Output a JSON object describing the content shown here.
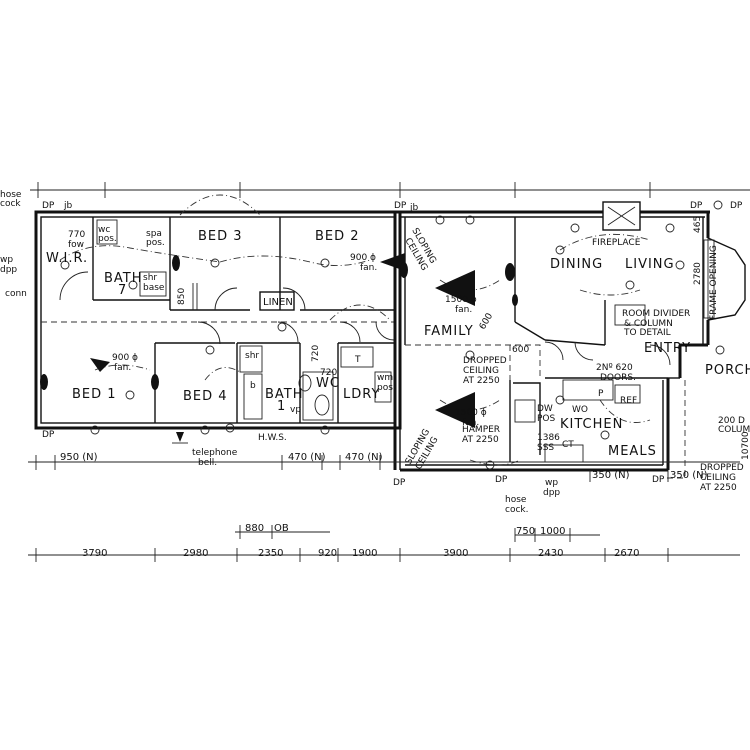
{
  "rooms": {
    "wir": "W.I.R.",
    "bath_ens": "BATH",
    "bath_ens_num": "7",
    "bed3": "BED 3",
    "bed2": "BED 2",
    "bed1": "BED 1",
    "bed4": "BED 4",
    "bath1": "BATH",
    "bath1_num": "1",
    "wc": "WC",
    "ldry": "LDRY",
    "linen": "LINEN",
    "family": "FAMILY",
    "dining": "DINING",
    "living": "LIVING",
    "entry": "ENTRY",
    "porch": "PORCH",
    "kitchen": "KITCHEN",
    "meals": "MEALS"
  },
  "labels": {
    "hose_cock_top": "hose",
    "hose_cock_top2": "cock",
    "dp_top_left": "DP",
    "jb_top_left": "jb",
    "dp_top_mid": "DP",
    "jb_top_mid": "jb",
    "dp_top_right": "DP",
    "dp_top_right2": "DP",
    "dp_bottom_left": "DP",
    "dp_bottom_mid": "DP",
    "dp_bottom_mid2": "DP",
    "dp_bottom_right": "DP",
    "wp_dpp_1": "wp",
    "wp_dpp_2": "dpp",
    "conn": "conn",
    "fw_770": "770",
    "fw_text": "fow",
    "wc_pos": "wc",
    "wc_pos2": "pos.",
    "spa_pos": "spa",
    "spa_pos2": "pos.",
    "shr_base": "shr",
    "shr_base2": "base",
    "fan_bed2": "900 ϕ",
    "fan_bed2_b": "fan.",
    "fan_bed1": "900 ϕ",
    "fan_bed1_b": "fan.",
    "dim_850": "850",
    "shr_bath": "shr",
    "b_bath": "b",
    "vp_bath": "vp",
    "dim_720a": "720",
    "dim_720b": "720",
    "wm_pos": "wm",
    "wm_pos2": "pos",
    "trough": "T",
    "sloping_ceiling_top": "SLOPING",
    "sloping_ceiling_top2": "CEILING",
    "sloping_ceiling_bot": "SLOPING",
    "sloping_ceiling_bot2": "CEILING",
    "fan_family": "1500 ϕ",
    "fan_family_b": "fan.",
    "fan_kitchen": "1500 ϕ",
    "fan_kitchen_b": "fan.",
    "dim_600a": "600",
    "dim_600b": "600",
    "dropped_ceiling_a": "DROPPED",
    "dropped_ceiling_a2": "CEILING",
    "dropped_ceiling_a3": "AT 2250",
    "fireplace": "FIREPLACE",
    "frame_opening": "FRAME OPENING",
    "dim_2780": "2780",
    "dim_465": "465",
    "room_divider": "ROOM DIVIDER",
    "room_divider2": "& COLUMN",
    "room_divider3": "TO DETAIL",
    "doors_620": "2Nº 620",
    "doors_620b": "DOORS.",
    "dw_pos": "DW",
    "dw_pos2": "POS",
    "wo": "WO",
    "p_box": "P",
    "ref": "REF",
    "hamper": "HAMPER",
    "hamper2": "AT 2250",
    "dim_1386": "1386",
    "sss": "SSS",
    "ct": "CT",
    "hose_cock_bot": "hose",
    "hose_cock_bot2": "cock.",
    "wp_bot": "wp",
    "dpp_bot": "dpp",
    "dropped_ceiling_b": "DROPPED",
    "dropped_ceiling_b2": "CEILING",
    "dropped_ceiling_b3": "AT 2250",
    "col_200": "200 D",
    "col_200b": "COLUMN",
    "hws": "H.W.S.",
    "telephone": "telephone",
    "telephone2": "bell.",
    "dim_10700": "10700",
    "dim_950": "950 (N)",
    "dim_470a": "470 (N)",
    "dim_470b": "470 (N)",
    "dim_350a": "350 (N)",
    "dim_350b": "350 (N)",
    "dim_880": "880",
    "dim_ob": "OB",
    "dim_750": "750",
    "dim_1000": "1000"
  },
  "dimensions": [
    "3790",
    "2980",
    "2350",
    "920",
    "1900",
    "3900",
    "2430",
    "2670"
  ]
}
